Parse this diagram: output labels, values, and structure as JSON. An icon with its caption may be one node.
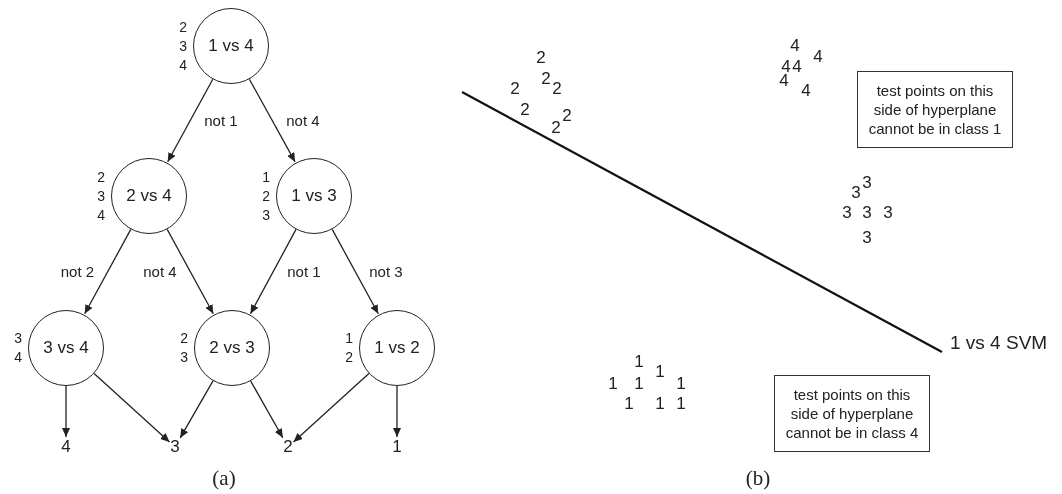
{
  "diagram": {
    "nodes": [
      {
        "text": [
          "1 vs 4"
        ],
        "beside": [
          "2 3 4"
        ]
      },
      {
        "text": [
          "2 vs 4"
        ],
        "beside": [
          "2 3 4"
        ]
      },
      {
        "text": [
          "1 vs 3"
        ],
        "beside": [
          "1 2 3"
        ]
      },
      {
        "text": [
          "3 vs 4"
        ],
        "beside": [
          "3 4"
        ]
      },
      {
        "text": [
          "2 vs 3"
        ],
        "beside": [
          "2 3"
        ]
      },
      {
        "text": [
          "1 vs 2"
        ],
        "beside": [
          "1 2"
        ]
      },
      {
        "text": [
          "4"
        ]
      },
      {
        "text": [
          "3"
        ]
      },
      {
        "text": [
          "2"
        ]
      },
      {
        "text": [
          "1"
        ]
      },
      {
        "text": [
          "test points on this side of hyperplane cannot be in class 1"
        ]
      },
      {
        "text": [
          "test points on this side of hyperplane cannot be in class 4"
        ]
      }
    ],
    "edges": [
      {
        "from": 0,
        "to": 1,
        "arrow": "to",
        "label": "not 1"
      },
      {
        "from": 0,
        "to": 2,
        "arrow": "to",
        "label": "not 4"
      },
      {
        "from": 1,
        "to": 3,
        "arrow": "to",
        "label": "not 2"
      },
      {
        "from": 1,
        "to": 4,
        "arrow": "to",
        "label": "not 4"
      },
      {
        "from": 2,
        "to": 4,
        "arrow": "to",
        "label": "not 1"
      },
      {
        "from": 2,
        "to": 5,
        "arrow": "to",
        "label": "not 3"
      },
      {
        "from": 3,
        "to": 6,
        "arrow": "to"
      },
      {
        "from": 3,
        "to": 7,
        "arrow": "to"
      },
      {
        "from": 4,
        "to": 7,
        "arrow": "to"
      },
      {
        "from": 4,
        "to": 8,
        "arrow": "to"
      },
      {
        "from": 5,
        "to": 8,
        "arrow": "to"
      },
      {
        "from": 5,
        "to": 9,
        "arrow": "to"
      }
    ],
    "labels": [
      "2",
      "2",
      "2",
      "2",
      "2",
      "2",
      "2",
      "4",
      "4",
      "4",
      "4",
      "4",
      "4",
      "3",
      "3",
      "3",
      "3",
      "3",
      "3",
      "1 vs 4 SVM",
      "1",
      "1",
      "1",
      "1",
      "1",
      "1",
      "1",
      "1",
      "(a)",
      "(b)"
    ]
  }
}
